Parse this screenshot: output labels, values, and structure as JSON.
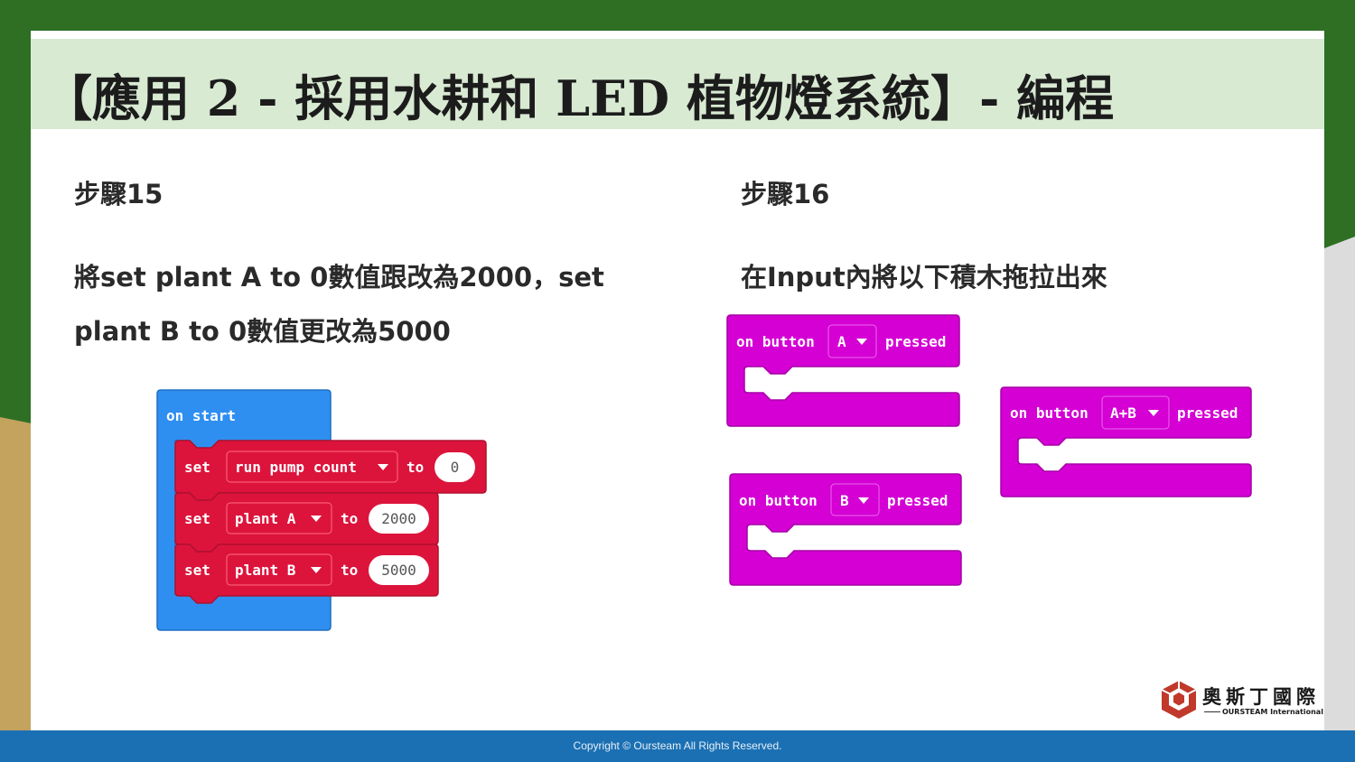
{
  "title": "【應用 2 - 採用水耕和  LED 植物燈系統】- 編程",
  "step15": {
    "label": "步驟15",
    "desc_line1": "將set plant A to 0數值跟改為2000，set",
    "desc_line2": "plant B to 0數值更改為5000"
  },
  "step16": {
    "label": "步驟16",
    "desc": "在Input內將以下積木拖拉出來"
  },
  "blocks": {
    "on_start": "on start",
    "set_word": "set",
    "to_word": "to",
    "var1": "run pump count",
    "var1_value": "0",
    "var2": "plant A",
    "var2_value": "2000",
    "var3": "plant B",
    "var3_value": "5000",
    "on_button": "on button",
    "pressed": "pressed",
    "btn_a": "A",
    "btn_b": "B",
    "btn_ab": "A+B",
    "dropdown_icon": "triangle-down-icon"
  },
  "colors": {
    "on_start_blue": "#2f8ff0",
    "variables_red": "#dc143c",
    "input_magenta": "#d400d4",
    "title_band": "#d9ead3",
    "footer_blue": "#1b70b3",
    "logo_red": "#c0392b"
  },
  "footer": "Copyright © Oursteam All Rights Reserved.",
  "logo": {
    "cn": "奧斯丁國際",
    "en": "OURSTEAM International"
  }
}
